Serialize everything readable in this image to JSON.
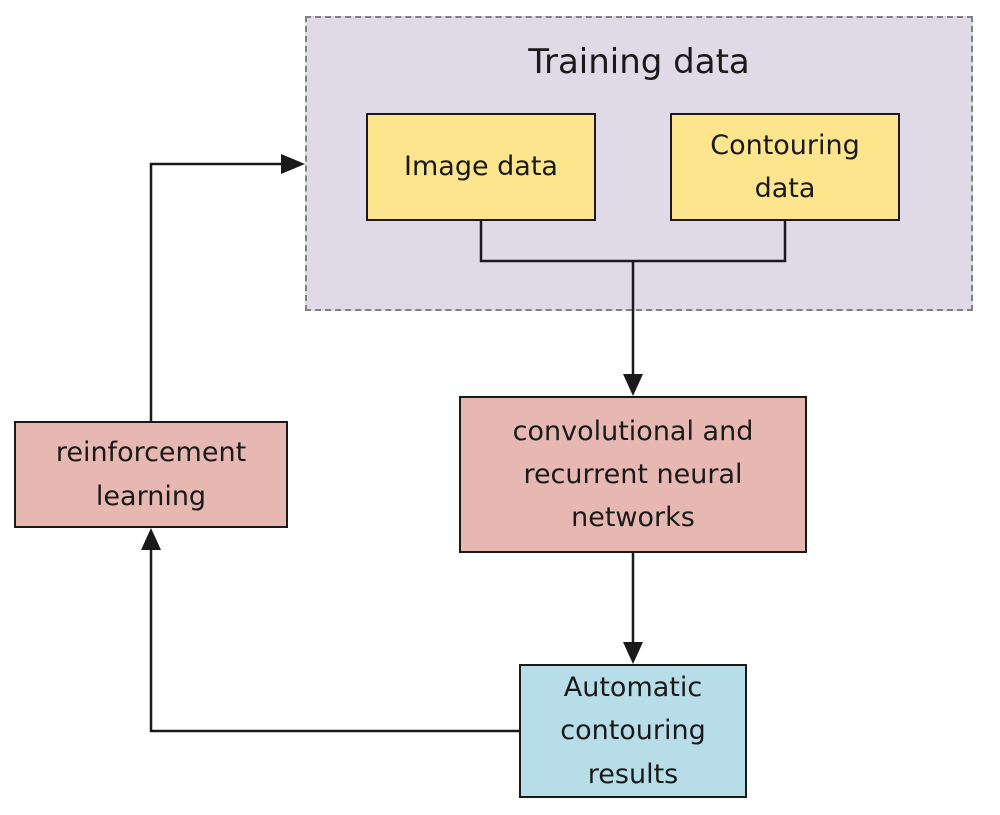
{
  "diagram": {
    "group_title": "Training data",
    "nodes": {
      "image_data": "Image data",
      "contouring_data": "Contouring\ndata",
      "neural_networks": "convolutional and\nrecurrent neural\nnetworks",
      "reinforcement_learning": "reinforcement\nlearning",
      "automatic_results": "Automatic\ncontouring\nresults"
    },
    "colors": {
      "group_fill": "#e0d9e6",
      "input_fill": "#fde58d",
      "process_fill": "#e6b8b1",
      "output_fill": "#b7dde8"
    },
    "edges": [
      [
        "image_data",
        "neural_networks"
      ],
      [
        "contouring_data",
        "neural_networks"
      ],
      [
        "neural_networks",
        "automatic_results"
      ],
      [
        "automatic_results",
        "reinforcement_learning"
      ],
      [
        "reinforcement_learning",
        "training_data_group"
      ]
    ]
  }
}
